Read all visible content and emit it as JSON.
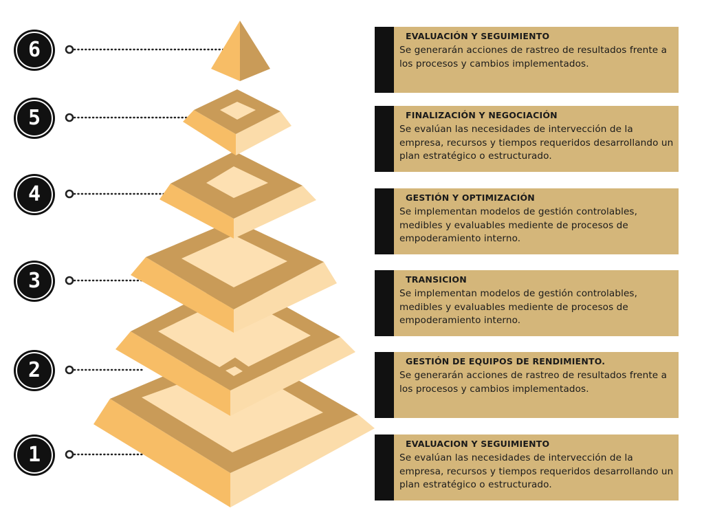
{
  "levels": [
    {
      "number": "6",
      "title": "EVALUACIÓN Y SEGUIMIENTO",
      "description": "Se generarán acciones de rastreo de resultados frente a los procesos y cambios implementados."
    },
    {
      "number": "5",
      "title": "FINALIZACIÓN Y NEGOCIACIÓN",
      "description": "Se evalúan las necesidades de intervección de la empresa, recursos y tiempos requeridos desarrollando un plan estratégico o estructurado."
    },
    {
      "number": "4",
      "title": "GESTIÓN Y OPTIMIZACIÓN",
      "description": "Se implementan modelos de gestión controlables, medibles y evaluables mediente de procesos de empoderamiento interno."
    },
    {
      "number": "3",
      "title": "TRANSICION",
      "description": "Se implementan modelos de gestión controlables, medibles y evaluables mediente de procesos de empoderamiento interno."
    },
    {
      "number": "2",
      "title": "GESTIÓN DE EQUIPOS DE RENDIMIENTO.",
      "description": "Se generarán acciones de rastreo de resultados frente a los procesos y cambios implementados."
    },
    {
      "number": "1",
      "title": "EVALUACION Y SEGUIMIENTO",
      "description": "Se evalúan las necesidades de intervección de la empresa, recursos y tiempos requeridos desarrollando un plan estratégico o estructurado."
    }
  ],
  "colors": {
    "top_face": "#c99b58",
    "inner_face": "#fde0b2",
    "left_face": "#f7bd66",
    "right_face": "#fbdcaa",
    "panel": "#d4b67a",
    "badge": "#111111"
  }
}
